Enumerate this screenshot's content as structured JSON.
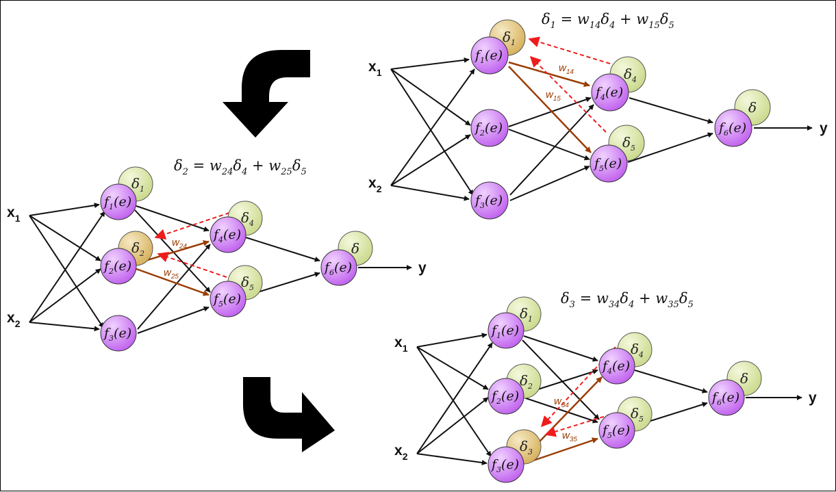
{
  "palette": {
    "neuron_fill": "#c060ee",
    "neuron_highlight": "#f0d2ff",
    "delta_fill": "#c9d98a",
    "delta_active_fill": "#d6b05a",
    "edge": "#111111",
    "weighted_edge": "#9a3d05",
    "backprop": "#ee1c1c",
    "step_arrow": "#000000"
  },
  "input_labels": {
    "x1": {
      "base": "x",
      "sub": "1"
    },
    "x2": {
      "base": "x",
      "sub": "2"
    }
  },
  "output_label": "y",
  "neuron_func": "f",
  "neuron_arg": "(e)",
  "delta_symbol": "δ",
  "panels": {
    "top": {
      "equation": {
        "lhs_sub": "1",
        "w1_sub": "14",
        "d1_sub": "4",
        "w2_sub": "15",
        "d2_sub": "5"
      },
      "weights": [
        {
          "base": "w",
          "sub": "14"
        },
        {
          "base": "w",
          "sub": "15"
        }
      ],
      "deltas": [
        "1",
        "4",
        "5",
        ""
      ]
    },
    "left": {
      "equation": {
        "lhs_sub": "2",
        "w1_sub": "24",
        "d1_sub": "4",
        "w2_sub": "25",
        "d2_sub": "5"
      },
      "weights": [
        {
          "base": "w",
          "sub": "24"
        },
        {
          "base": "w",
          "sub": "25"
        }
      ],
      "deltas": [
        "1",
        "2",
        "4",
        "5",
        ""
      ]
    },
    "bottom": {
      "equation": {
        "lhs_sub": "3",
        "w1_sub": "34",
        "d1_sub": "4",
        "w2_sub": "35",
        "d2_sub": "5"
      },
      "weights": [
        {
          "base": "w",
          "sub": "34"
        },
        {
          "base": "w",
          "sub": "35"
        }
      ],
      "deltas": [
        "1",
        "2",
        "3",
        "4",
        "5",
        ""
      ]
    }
  }
}
